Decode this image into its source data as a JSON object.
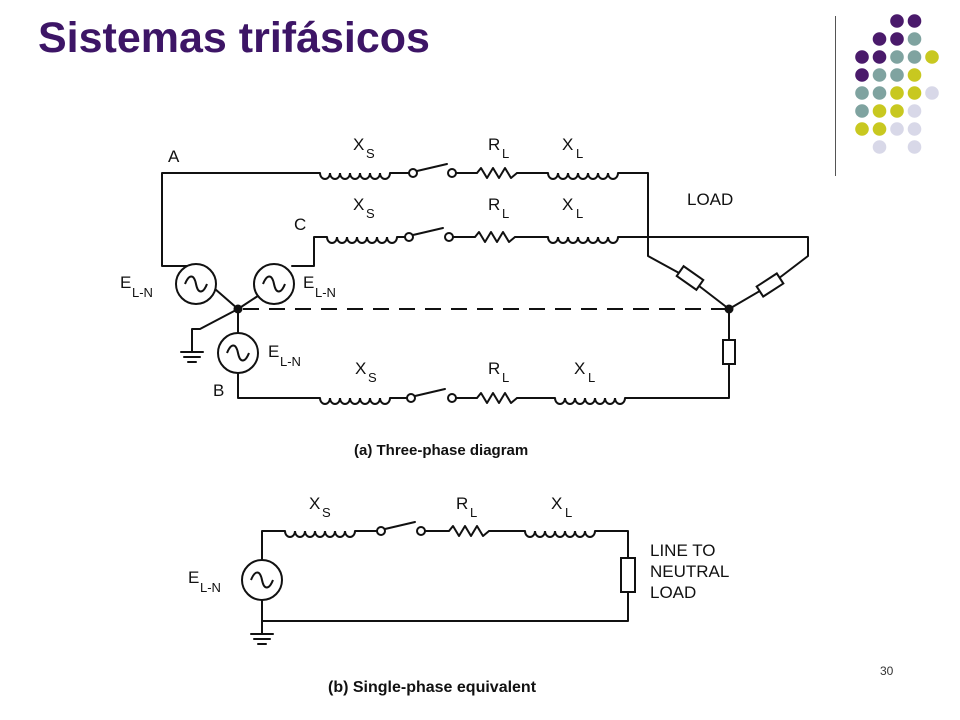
{
  "slide": {
    "title": "Sistemas trifásicos",
    "page_number": "30"
  },
  "decor": {
    "dot_colors": {
      "purple": "#4a1a6b",
      "teal": "#7fa3a0",
      "lime": "#c8c820",
      "lavender": "#d8d8e8"
    }
  },
  "diagram_a": {
    "caption": "(a) Three-phase diagram",
    "phase_a": "A",
    "phase_b": "B",
    "phase_c": "C",
    "load_label": "LOAD",
    "source_e": "E",
    "source_sub": "L-N",
    "xs_main": "X",
    "xs_sub": "S",
    "rl_main": "R",
    "rl_sub": "L",
    "xl_main": "X",
    "xl_sub": "L"
  },
  "diagram_b": {
    "caption": "(b) Single-phase equivalent",
    "load_line1": "LINE TO",
    "load_line2": "NEUTRAL",
    "load_line3": "LOAD"
  }
}
